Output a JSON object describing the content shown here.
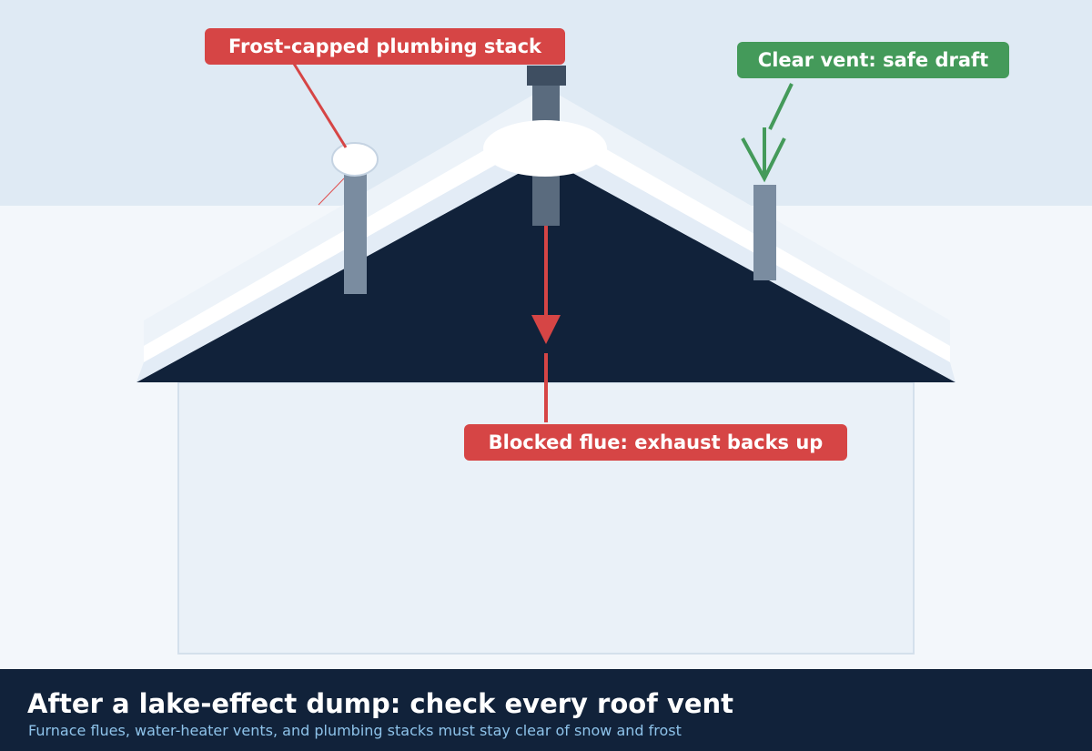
{
  "callouts": {
    "frost_capped": "Frost-capped plumbing stack",
    "clear_vent": "Clear vent: safe draft",
    "blocked_flue": "Blocked flue: exhaust backs up"
  },
  "footer": {
    "title": "After a lake-effect dump: check every roof vent",
    "subtitle": "Furnace flues, water-heater vents, and plumbing stacks must stay clear of snow and frost"
  },
  "colors": {
    "danger": "#d64545",
    "safe": "#449a5a",
    "roof": "#11223a",
    "snow": "#ffffff",
    "pipe": "#7a8ca0",
    "flue": "#56697d",
    "sky": "#dfeaf4",
    "ground": "#f3f7fb",
    "wall": "#eaf1f8",
    "subtitle": "#8ec3ea"
  }
}
